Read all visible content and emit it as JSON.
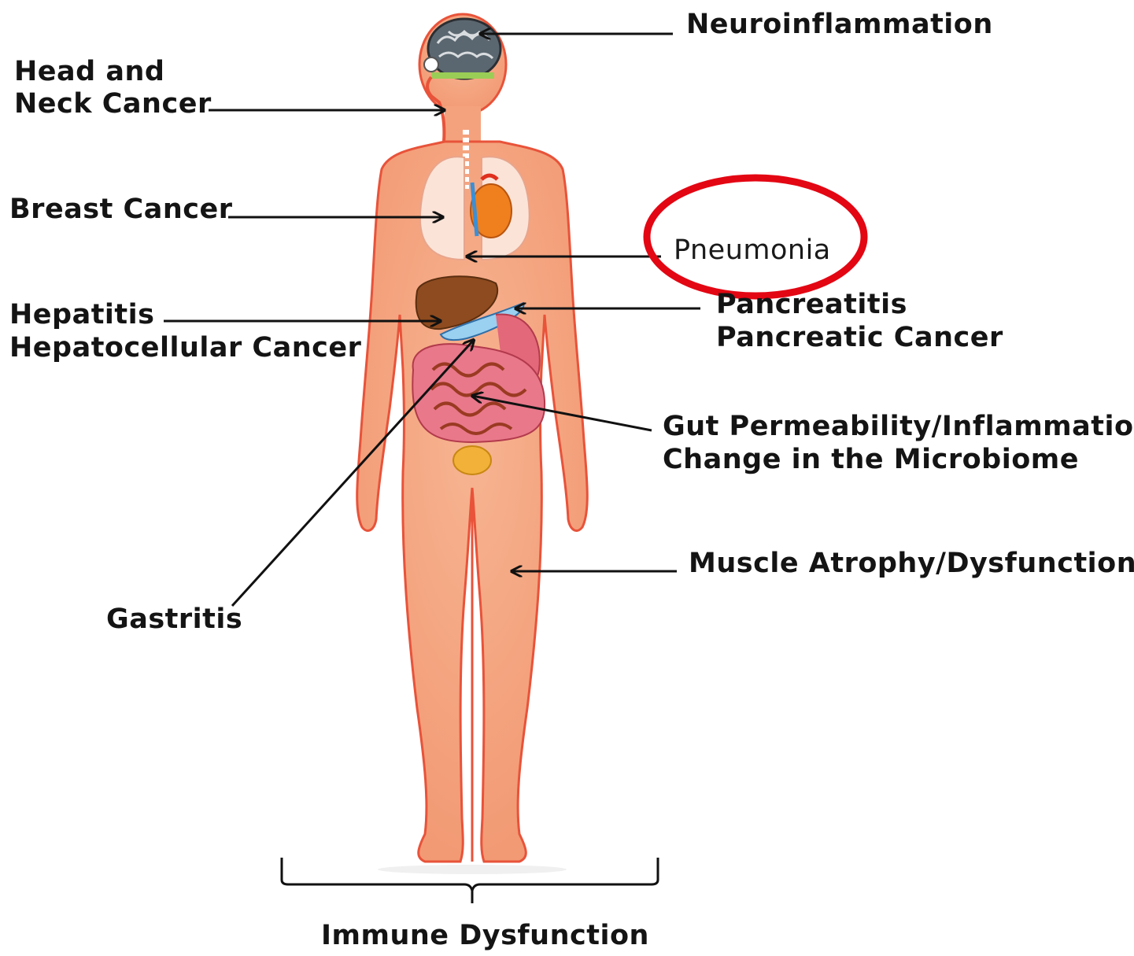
{
  "labels": {
    "neuroinflammation": "Neuroinflammation",
    "head_neck_line1": "Head and",
    "head_neck_line2": "Neck Cancer",
    "breast_cancer": "Breast Cancer",
    "pneumonia": "Pneumonia",
    "pancreatitis_line1": "Pancreatitis",
    "pancreatitis_line2": "Pancreatic Cancer",
    "hepatitis_line1": "Hepatitis",
    "hepatitis_line2": "Hepatocellular Cancer",
    "gut_line1": "Gut Permeability/Inflammation",
    "gut_line2": "Change in the Microbiome",
    "muscle": "Muscle Atrophy/Dysfunction",
    "gastritis": "Gastritis",
    "immune": "Immune Dysfunction"
  },
  "colors": {
    "skin": "#f4a27d",
    "skin_outline": "#e8533a",
    "highlight_circle": "#e30613",
    "arrow": "#111111"
  },
  "icons": [
    "brain-icon",
    "lungs-icon",
    "heart-icon",
    "liver-icon",
    "pancreas-icon",
    "intestines-icon",
    "bladder-icon"
  ]
}
